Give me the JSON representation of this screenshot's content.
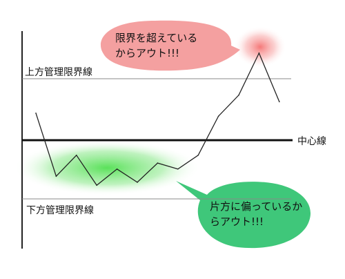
{
  "labels": {
    "upper_limit": "上方管理限界線",
    "center_line": "中心線",
    "lower_limit": "下方管理限界線"
  },
  "callouts": {
    "upper": {
      "line1": "限界を超えている",
      "line2": "からアウト!!!",
      "color": "#f4a0a0"
    },
    "lower": {
      "line1": "片方に偏っているか",
      "line2": "らアウト!!!",
      "color": "#3fc77a"
    }
  },
  "colors": {
    "line": "#222222",
    "limit": "#888888",
    "highlight_red": "#f46a6a",
    "highlight_green": "#3ddc3d"
  },
  "chart_data": {
    "type": "line",
    "limits": {
      "upper": 1,
      "center": 0,
      "lower": -1
    },
    "series": [
      {
        "values": [
          0.45,
          -0.6,
          -0.25,
          -0.75,
          -0.48,
          -0.7,
          -0.38,
          -0.48,
          -0.25,
          0.4,
          0.75,
          1.45,
          0.64
        ]
      }
    ]
  }
}
